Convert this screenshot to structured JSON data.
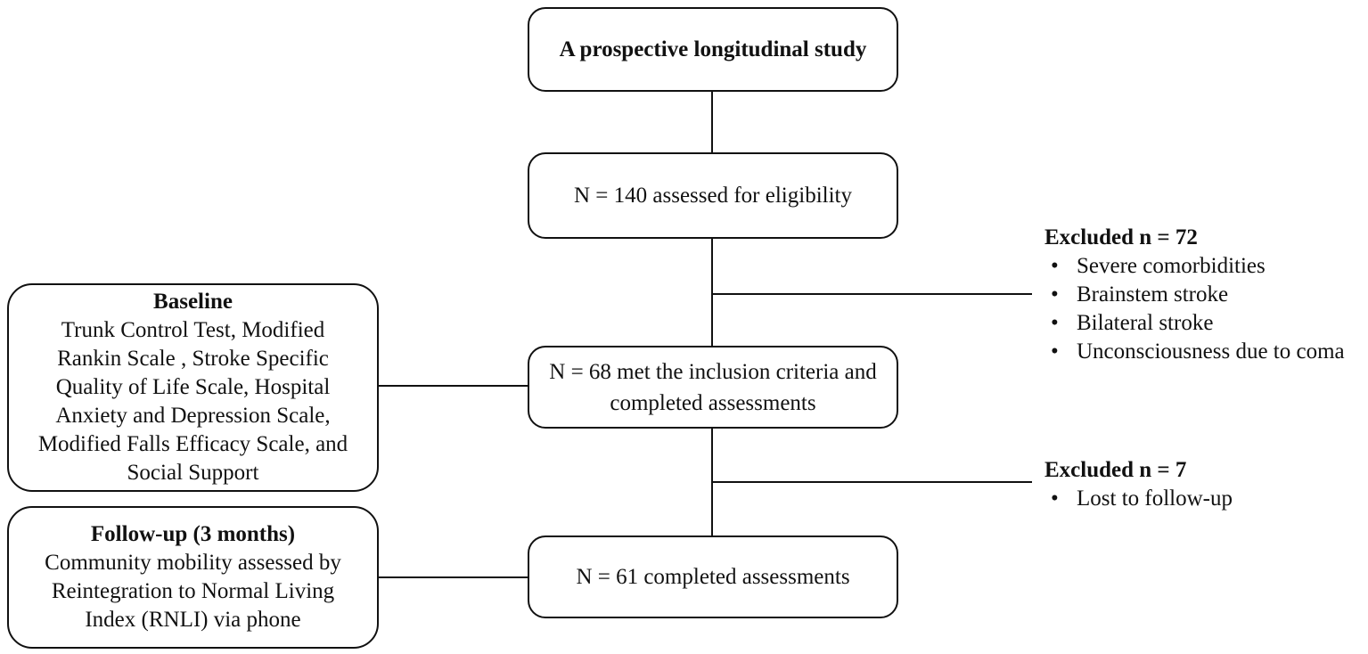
{
  "boxes": {
    "study": {
      "text": "A prospective longitudinal study"
    },
    "eligibility": {
      "text": "N = 140 assessed for eligibility"
    },
    "inclusion": {
      "text": "N = 68 met the inclusion criteria and completed assessments"
    },
    "completed": {
      "text": "N = 61 completed assessments"
    },
    "baseline": {
      "title": "Baseline",
      "body": "Trunk Control Test, Modified Rankin Scale , Stroke Specific Quality of Life Scale, Hospital Anxiety and Depression Scale, Modified Falls Efficacy Scale, and Social Support"
    },
    "followup": {
      "title": "Follow-up (3 months)",
      "body": "Community mobility assessed by Reintegration to Normal Living Index (RNLI) via phone"
    }
  },
  "exclusions": [
    {
      "heading": "Excluded n = 72",
      "items": [
        "Severe comorbidities",
        "Brainstem stroke",
        "Bilateral stroke",
        "Unconsciousness due to coma"
      ]
    },
    {
      "heading": "Excluded n = 7",
      "items": [
        "Lost to follow-up"
      ]
    }
  ],
  "bullet_char": "•",
  "colors": {
    "line": "#111111",
    "text": "#111111",
    "background": "#ffffff"
  }
}
